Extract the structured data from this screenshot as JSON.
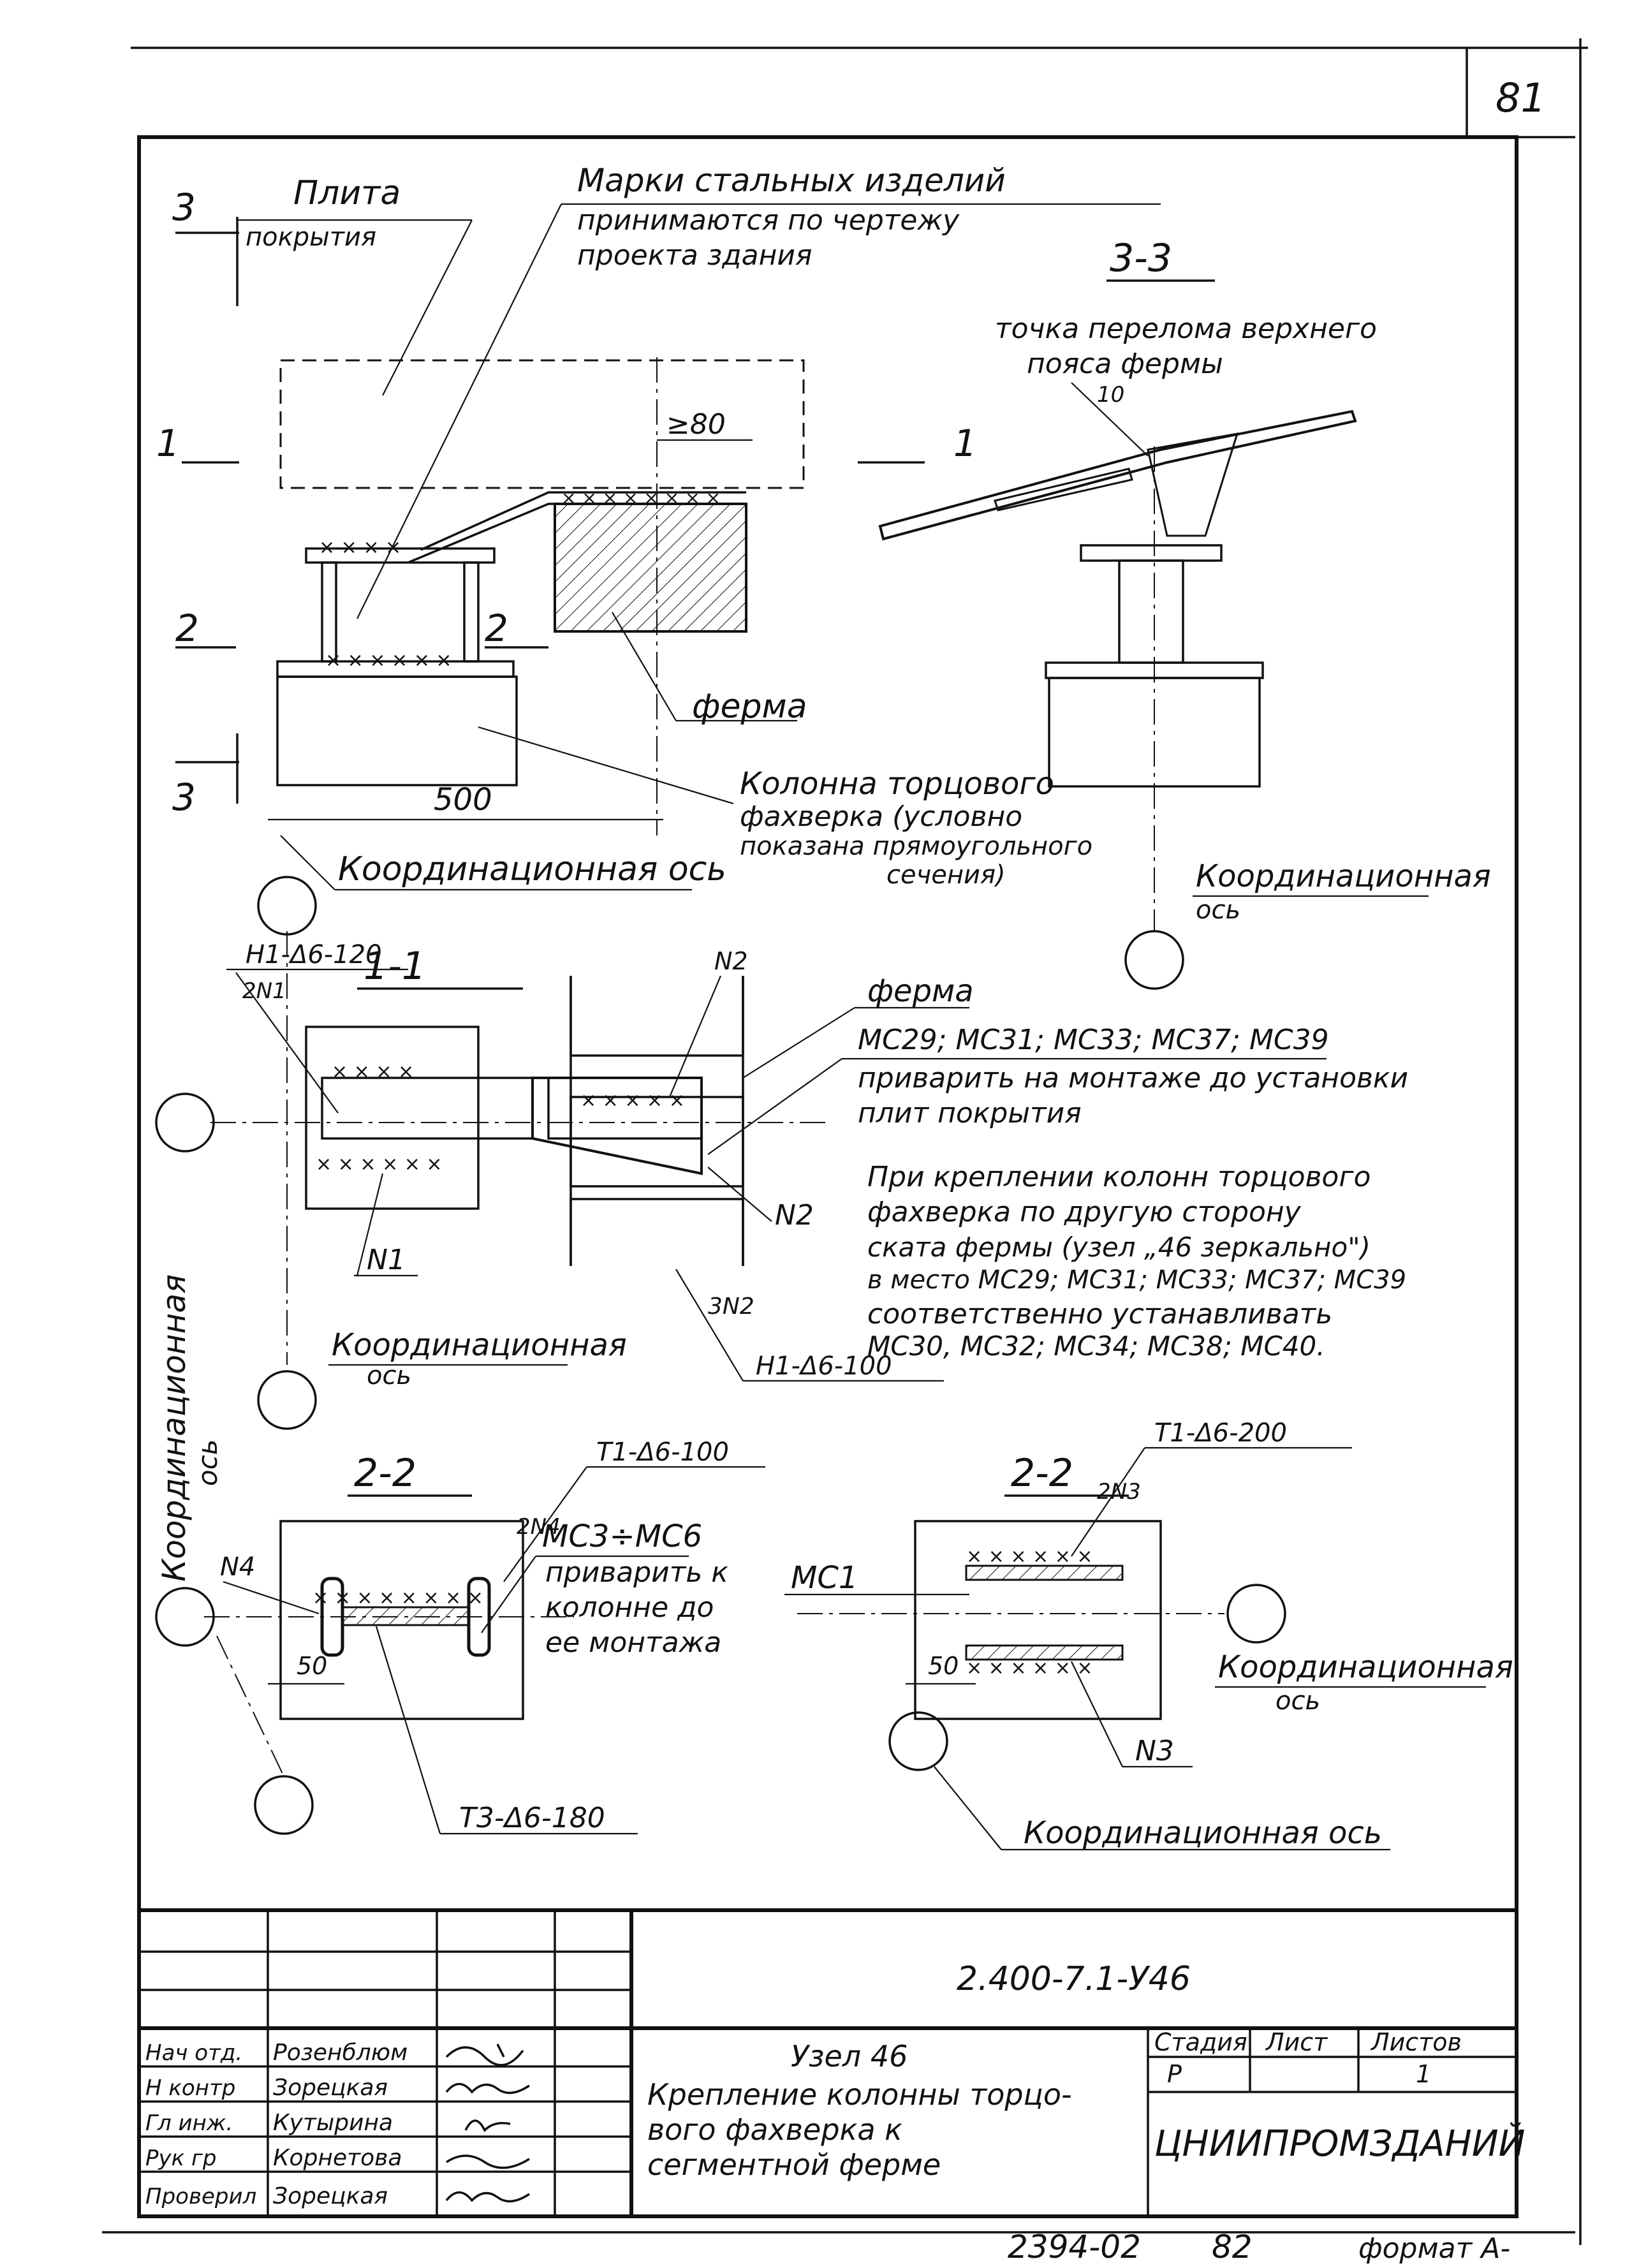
{
  "page_number": "81",
  "elevation": {
    "plate_label_1": "Плита",
    "plate_label_2": "покрытия",
    "marks_line1": "Марки стальных изделий",
    "marks_line2": "принимаются по чертежу",
    "marks_line3": "проекта здания",
    "dim_80": "≥80",
    "dim_500": "500",
    "truss_label": "ферма",
    "column_line1": "Колонна торцового",
    "column_line2": "фахверка (условно",
    "column_line3": "показана прямоугольного",
    "column_line4": "сечения)",
    "coord_axis": "Координационная ось",
    "cut_3_top": "3",
    "cut_3_bottom": "3",
    "cut_1_left": "1",
    "cut_1_right": "1",
    "cut_2_left": "2",
    "cut_2_right": "2"
  },
  "section_33": {
    "title": "3-3",
    "note_line1": "точка перелома верхнего",
    "note_line2": "пояса фермы",
    "dim_10": "10",
    "coord_axis_1": "Координационная",
    "coord_axis_2": "ось"
  },
  "section_11": {
    "title": "1-1",
    "weld_h1_120": "Н1-Δ6-120",
    "weld_2n1": "2N1",
    "n2_top": "N2",
    "n2_right": "N2",
    "n1": "N1",
    "weld_3n2": "3N2",
    "weld_h1_100": "Н1-Δ6-100",
    "truss_label": "ферма",
    "mc_line": "МС29; МС31; МС33; МС37; МС39",
    "weld_note_1": "приварить на монтаже до установки",
    "weld_note_2": "плит покрытия",
    "mirror_1": "При креплении колонн торцового",
    "mirror_2": "фахверка по другую сторону",
    "mirror_3": "ската фермы (узел „46 зеркально\")",
    "mirror_4": "в место МС29; МС31; МС33; МС37; МС39",
    "mirror_5": "соответственно устанавливать",
    "mirror_6": "МС30, МС32; МС34; МС38; МС40.",
    "coord_axis_1": "Координационная",
    "coord_axis_2": "ось"
  },
  "section_22_left": {
    "title": "2-2",
    "weld_t1": "Т1-Δ6-100",
    "n4_left": "N4",
    "n4_right": "2N4",
    "mc_range": "МС3÷МС6",
    "note_1": "приварить к",
    "note_2": "колонне до",
    "note_3": "ее монтажа",
    "dim_50": "50",
    "weld_t3": "Т3-Δ6-180"
  },
  "section_22_right": {
    "title": "2-2",
    "weld_t1": "Т1-Δ6-200",
    "n3_top": "2N3",
    "mc1": "МС1",
    "dim_50": "50",
    "n3": "N3",
    "coord_axis_1": "Координационная",
    "coord_axis_2": "ось",
    "coord_axis_bottom": "Координационная ось"
  },
  "vertical_axis_label_1": "Координационная",
  "vertical_axis_label_2": "ось",
  "title_block": {
    "doc_code": "2.400-7.1-У46",
    "roles": [
      "Нач отд.",
      "Н контр",
      "Гл инж.",
      "Рук гр",
      "Проверил"
    ],
    "names": [
      "Розенблюм",
      "Зорецкая",
      "Кутырина",
      "Корнетова",
      "Зорецкая"
    ],
    "node_title": "Узел 46",
    "desc_1": "Крепление колонны торцо-",
    "desc_2": "вого фахверка к",
    "desc_3": "сегментной ферме",
    "stage_label": "Стадия",
    "sheet_label": "Лист",
    "sheets_label": "Листов",
    "stage_value": "Р",
    "sheets_value": "1",
    "org": "ЦНИИПРОМЗДАНИЙ"
  },
  "footer": {
    "code": "2394-02",
    "num": "82",
    "format": "формат А-"
  }
}
